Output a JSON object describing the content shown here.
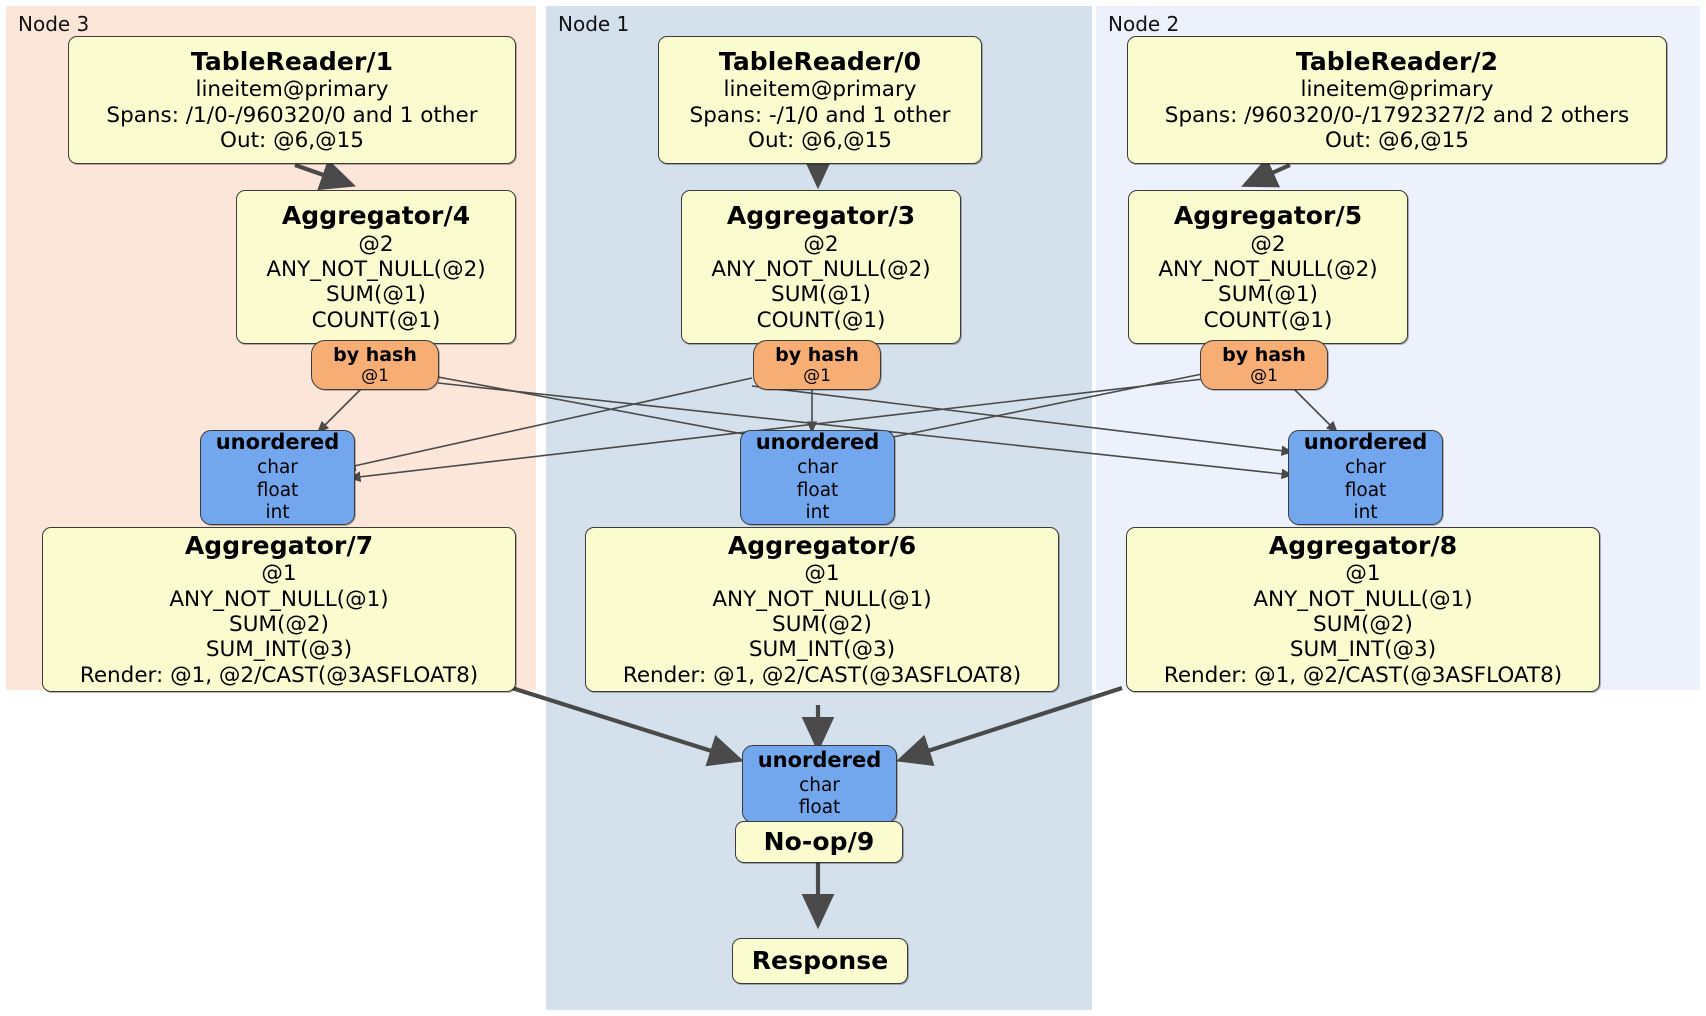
{
  "diagram": {
    "type": "distributed-query-plan",
    "colors": {
      "node3_panel": "#FCE6DA",
      "node1_panel": "#D4E1EC",
      "node2_panel": "#EDF1FC",
      "processor_fill": "#FBFBD0",
      "hash_router_fill": "#F7AE75",
      "sync_fill": "#72A7EE",
      "edge": "#4a4a4a"
    }
  },
  "clusters": [
    {
      "id": "node3",
      "label": "Node 3"
    },
    {
      "id": "node1",
      "label": "Node 1"
    },
    {
      "id": "node2",
      "label": "Node 2"
    }
  ],
  "readers": {
    "tr1": {
      "title": "TableReader/1",
      "line1": "lineitem@primary",
      "line2": "Spans: /1/0-/960320/0 and 1 other",
      "line3": "Out: @6,@15"
    },
    "tr0": {
      "title": "TableReader/0",
      "line1": "lineitem@primary",
      "line2": "Spans: -/1/0 and 1 other",
      "line3": "Out: @6,@15"
    },
    "tr2": {
      "title": "TableReader/2",
      "line1": "lineitem@primary",
      "line2": "Spans: /960320/0-/1792327/2 and 2 others",
      "line3": "Out: @6,@15"
    }
  },
  "aggregators_stage1": {
    "agg4": {
      "title": "Aggregator/4",
      "line1": "@2",
      "line2": "ANY_NOT_NULL(@2)",
      "line3": "SUM(@1)",
      "line4": "COUNT(@1)"
    },
    "agg3": {
      "title": "Aggregator/3",
      "line1": "@2",
      "line2": "ANY_NOT_NULL(@2)",
      "line3": "SUM(@1)",
      "line4": "COUNT(@1)"
    },
    "agg5": {
      "title": "Aggregator/5",
      "line1": "@2",
      "line2": "ANY_NOT_NULL(@2)",
      "line3": "SUM(@1)",
      "line4": "COUNT(@1)"
    }
  },
  "hash_routers": {
    "h_left": {
      "title": "by hash",
      "line1": "@1"
    },
    "h_mid": {
      "title": "by hash",
      "line1": "@1"
    },
    "h_right": {
      "title": "by hash",
      "line1": "@1"
    }
  },
  "sync_inputs": {
    "s_left": {
      "title": "unordered",
      "types": [
        "char",
        "float",
        "int"
      ]
    },
    "s_mid": {
      "title": "unordered",
      "types": [
        "char",
        "float",
        "int"
      ]
    },
    "s_right": {
      "title": "unordered",
      "types": [
        "char",
        "float",
        "int"
      ]
    },
    "s_final": {
      "title": "unordered",
      "types": [
        "char",
        "float"
      ]
    }
  },
  "aggregators_stage2": {
    "agg7": {
      "title": "Aggregator/7",
      "line1": "@1",
      "line2": "ANY_NOT_NULL(@1)",
      "line3": "SUM(@2)",
      "line4": "SUM_INT(@3)",
      "line5": "Render: @1, @2/CAST(@3ASFLOAT8)"
    },
    "agg6": {
      "title": "Aggregator/6",
      "line1": "@1",
      "line2": "ANY_NOT_NULL(@1)",
      "line3": "SUM(@2)",
      "line4": "SUM_INT(@3)",
      "line5": "Render: @1, @2/CAST(@3ASFLOAT8)"
    },
    "agg8": {
      "title": "Aggregator/8",
      "line1": "@1",
      "line2": "ANY_NOT_NULL(@1)",
      "line3": "SUM(@2)",
      "line4": "SUM_INT(@3)",
      "line5": "Render: @1, @2/CAST(@3ASFLOAT8)"
    }
  },
  "terminal": {
    "noop": {
      "title": "No-op/9"
    },
    "response": {
      "title": "Response"
    }
  }
}
